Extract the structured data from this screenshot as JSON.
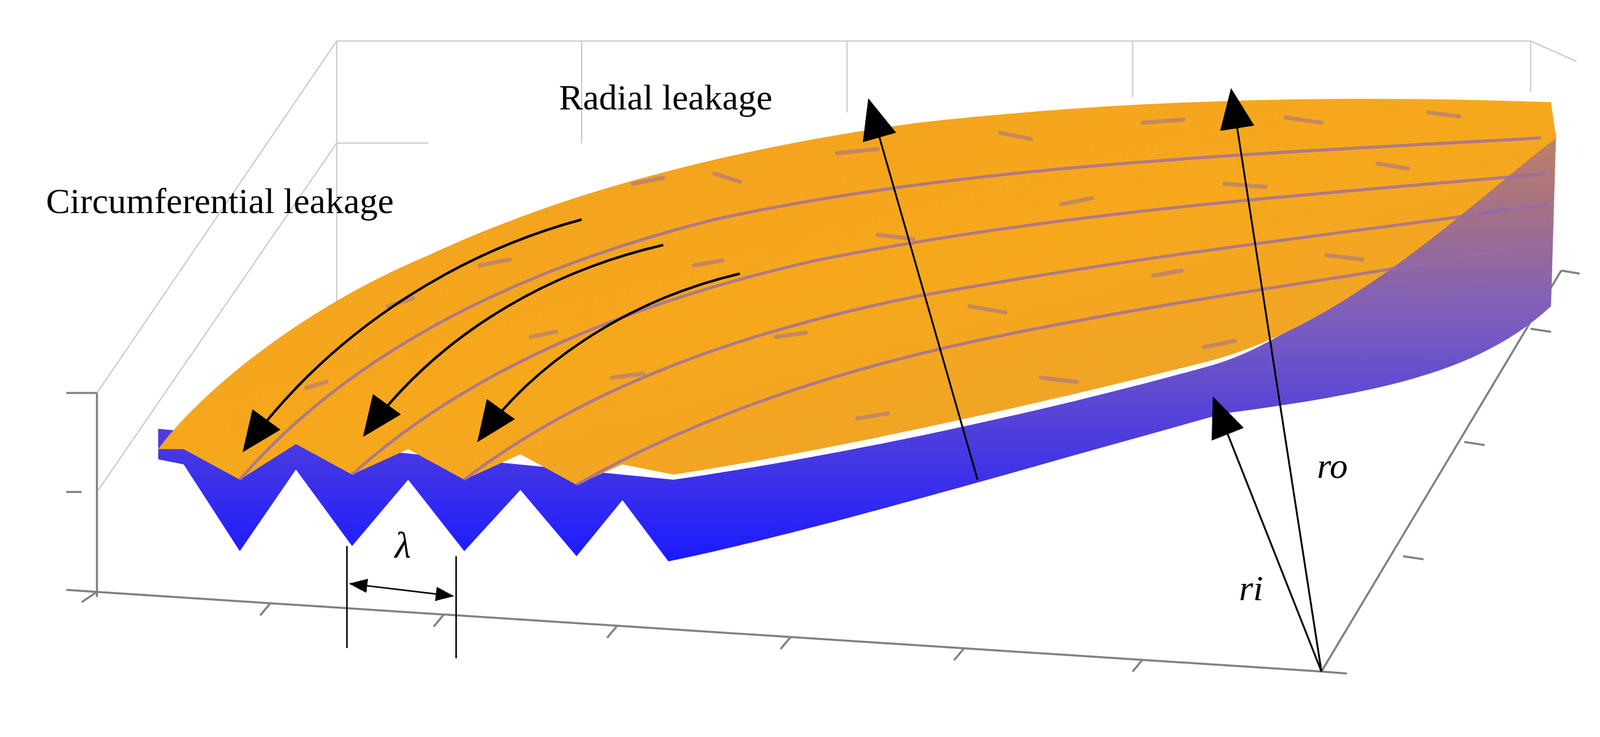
{
  "diagram": {
    "labels": [
      "Radial leakage",
      "Circumferential leakage",
      "λ",
      "ro",
      "ri"
    ]
  }
}
